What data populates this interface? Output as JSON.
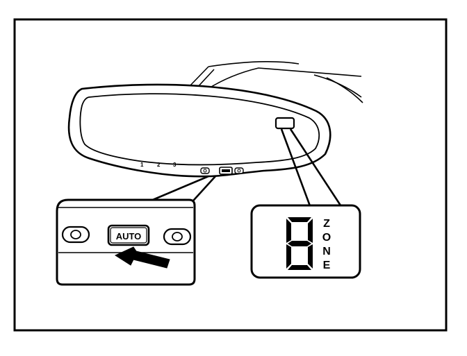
{
  "mirror": {
    "position_labels": [
      "1",
      "2",
      "3"
    ]
  },
  "callout_buttons": {
    "auto_label": "AUTO"
  },
  "zone_display": {
    "digit": "8",
    "label_letters": [
      "Z",
      "O",
      "N",
      "E"
    ]
  },
  "colors": {
    "ink": "#000000",
    "paper": "#ffffff"
  }
}
